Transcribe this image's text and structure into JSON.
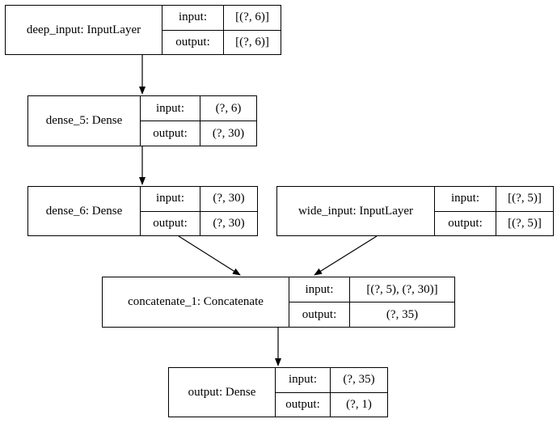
{
  "diagram": {
    "line_color": "#000000",
    "background_color": "#ffffff",
    "nodes": {
      "deep_input": {
        "name": "deep_input: InputLayer",
        "input_label": "input:",
        "input_value": "[(?, 6)]",
        "output_label": "output:",
        "output_value": "[(?, 6)]"
      },
      "dense_5": {
        "name": "dense_5: Dense",
        "input_label": "input:",
        "input_value": "(?, 6)",
        "output_label": "output:",
        "output_value": "(?, 30)"
      },
      "dense_6": {
        "name": "dense_6: Dense",
        "input_label": "input:",
        "input_value": "(?, 30)",
        "output_label": "output:",
        "output_value": "(?, 30)"
      },
      "wide_input": {
        "name": "wide_input: InputLayer",
        "input_label": "input:",
        "input_value": "[(?, 5)]",
        "output_label": "output:",
        "output_value": "[(?, 5)]"
      },
      "concatenate_1": {
        "name": "concatenate_1: Concatenate",
        "input_label": "input:",
        "input_value": "[(?, 5), (?, 30)]",
        "output_label": "output:",
        "output_value": "(?, 35)"
      },
      "output": {
        "name": "output: Dense",
        "input_label": "input:",
        "input_value": "(?, 35)",
        "output_label": "output:",
        "output_value": "(?, 1)"
      }
    },
    "edges": [
      {
        "from": "deep_input",
        "to": "dense_5"
      },
      {
        "from": "dense_5",
        "to": "dense_6"
      },
      {
        "from": "dense_6",
        "to": "concatenate_1"
      },
      {
        "from": "wide_input",
        "to": "concatenate_1"
      },
      {
        "from": "concatenate_1",
        "to": "output"
      }
    ]
  }
}
